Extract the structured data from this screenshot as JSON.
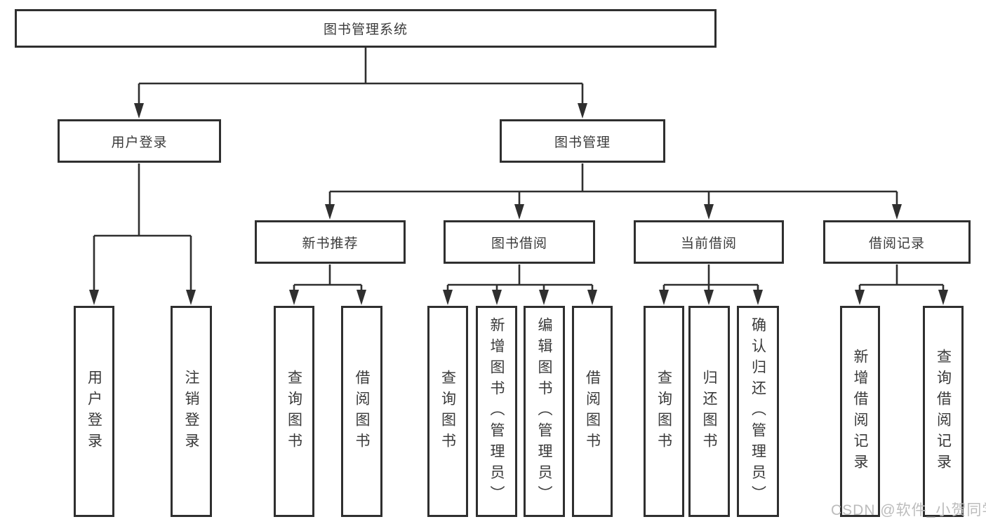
{
  "diagram": {
    "title": "图书管理系统",
    "branches": {
      "user_login": "用户登录",
      "book_mgmt": "图书管理"
    },
    "modules": {
      "new_book_rec": "新书推荐",
      "book_borrow": "图书借阅",
      "current_borrow": "当前借阅",
      "borrow_records": "借阅记录"
    },
    "leaves": {
      "user_login": "用户登录",
      "logout": "注销登录",
      "rec_query_books": "查询图书",
      "rec_borrow_books": "借阅图书",
      "bb_query_books": "查询图书",
      "bb_add_books": "新增图书（管理员）",
      "bb_edit_books": "编辑图书（管理员）",
      "bb_borrow_books": "借阅图书",
      "cur_query_books": "查询图书",
      "cur_return_books": "归还图书",
      "cur_confirm_return": "确认归还（管理员）",
      "rec_add_record": "新增借阅记录",
      "rec_query_record": "查询借阅记录"
    }
  },
  "watermark": "CSDN @软件_小贺同学",
  "colors": {
    "line": "#2f2f2f",
    "text": "#3a3a3a",
    "watermark": "#bcbcbc",
    "background": "#ffffff"
  }
}
